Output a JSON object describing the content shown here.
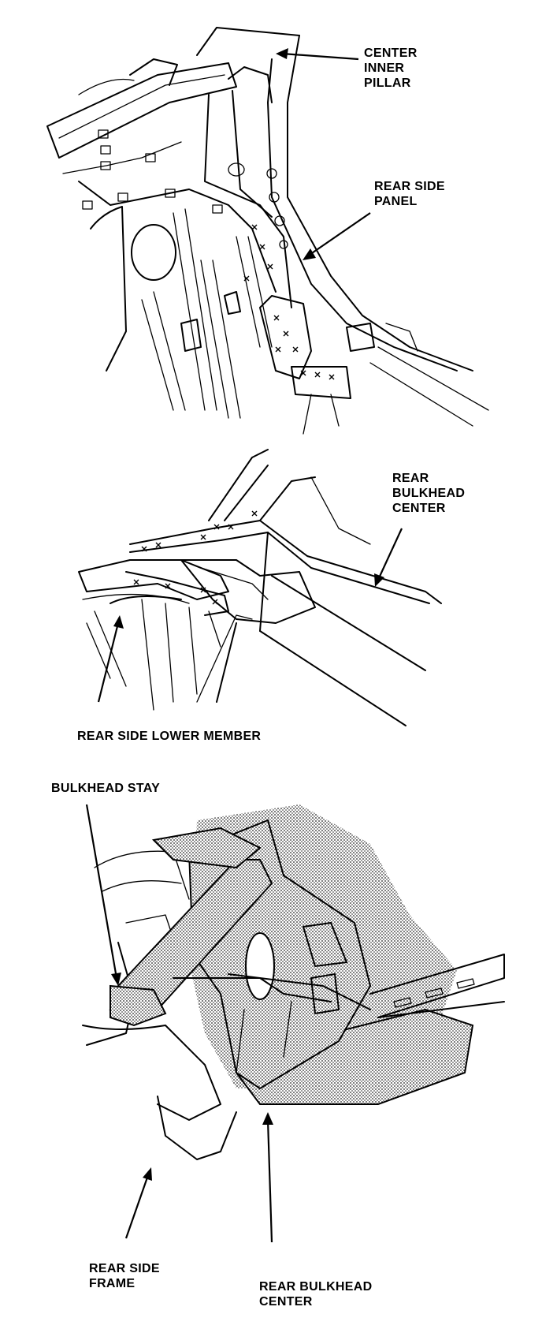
{
  "panels": [
    {
      "id": "top",
      "labels": [
        {
          "lines": [
            "CENTER",
            "INNER",
            "PILLAR"
          ]
        },
        {
          "lines": [
            "REAR SIDE",
            "PANEL"
          ]
        }
      ]
    },
    {
      "id": "middle",
      "labels": [
        {
          "lines": [
            "REAR",
            "BULKHEAD",
            "CENTER"
          ]
        },
        {
          "lines": [
            "REAR SIDE LOWER MEMBER"
          ]
        }
      ]
    },
    {
      "id": "bottom",
      "labels": [
        {
          "lines": [
            "BULKHEAD STAY"
          ]
        },
        {
          "lines": [
            "REAR SIDE",
            "FRAME"
          ]
        },
        {
          "lines": [
            "REAR BULKHEAD",
            "CENTER"
          ]
        }
      ]
    }
  ],
  "icons": [
    "arrow-icon",
    "weld-mark-icon"
  ]
}
